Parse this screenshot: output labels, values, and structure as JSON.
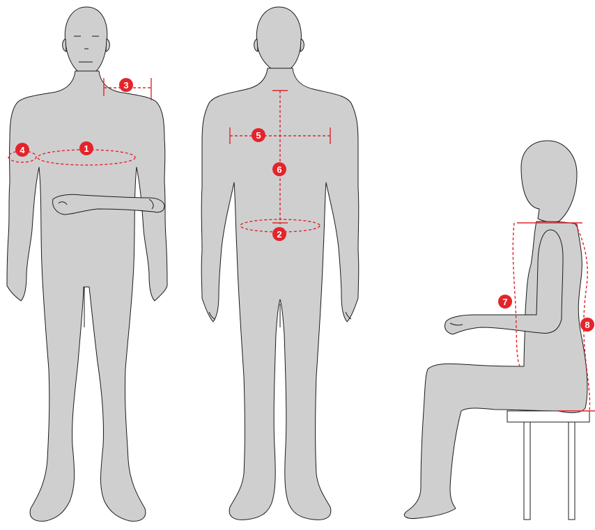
{
  "colors": {
    "body_fill": "#cfcfd0",
    "outline": "#1a1a1a",
    "measure": "#e3242b",
    "marker_text": "#ffffff",
    "stool": "#ffffff"
  },
  "figures": [
    {
      "name": "front-standing-figure",
      "view": "front"
    },
    {
      "name": "back-standing-figure",
      "view": "back"
    },
    {
      "name": "seated-side-figure",
      "view": "side"
    }
  ],
  "markers": {
    "m1": "1",
    "m2": "2",
    "m3": "3",
    "m4": "4",
    "m5": "5",
    "m6": "6",
    "m7": "7",
    "m8": "8"
  }
}
